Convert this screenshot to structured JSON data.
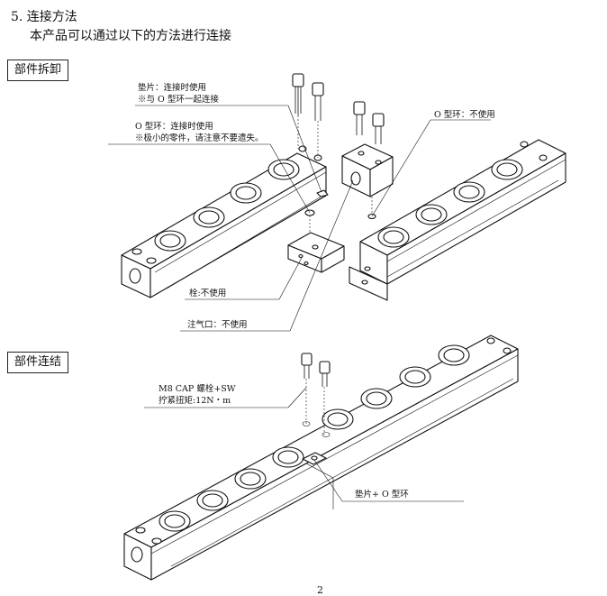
{
  "document": {
    "section_heading": "5. 连接方法",
    "intro_text": "本产品可以通过以下的方法进行连接",
    "page_number": "2"
  },
  "disassembly": {
    "label": "部件拆卸",
    "shim_callout": {
      "line1": "垫片：连接时使用",
      "line2": "※与 O 型环一起连接"
    },
    "oring_callout": {
      "line1": "O 型环：连接时使用",
      "line2": "※极小的零件，请注意不要遗失。"
    },
    "oring_unused_callout": "O 型环：不使用",
    "plug_callout": "栓:不使用",
    "inlet_callout": "注气口：不使用"
  },
  "connection": {
    "label": "部件连结",
    "bolt_callout": {
      "line1": "M8 CAP 螺栓+SW",
      "line2": "拧紧扭矩:12N・m"
    },
    "shim_oring_callout": "垫片+ O 型环"
  }
}
